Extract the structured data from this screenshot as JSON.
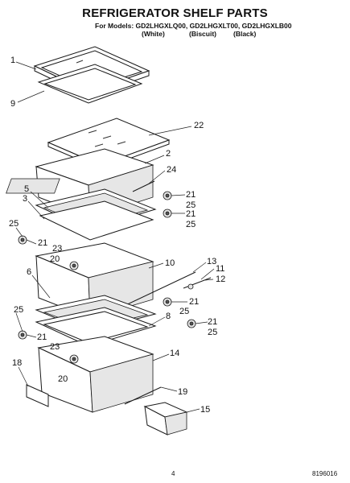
{
  "header": {
    "title": "REFRIGERATOR SHELF PARTS",
    "models_line": "For Models: GD2LHGXLQ00, GD2LHGXLT00, GD2LHGXLB00",
    "variants": [
      "(White)",
      "(Biscuit)",
      "(Black)"
    ]
  },
  "callouts": {
    "c1": "1",
    "c9": "9",
    "c22": "22",
    "c2": "2",
    "c24": "24",
    "c5": "5",
    "c3": "3",
    "c21a": "21",
    "c25a": "25",
    "c21b": "21",
    "c25b": "25",
    "c25c": "25",
    "c21c": "21",
    "c23a": "23",
    "c20a": "20",
    "c10": "10",
    "c13": "13",
    "c11": "11",
    "c12": "12",
    "c6": "6",
    "c21d": "21",
    "c25d": "25",
    "c8": "8",
    "c25e": "25",
    "c21e": "21",
    "c25f": "25",
    "c21f": "21",
    "c23b": "23",
    "c14": "14",
    "c18": "18",
    "c20b": "20",
    "c19": "19",
    "c15": "15"
  },
  "footer": {
    "page_number": "4",
    "doc_number": "8196016"
  }
}
